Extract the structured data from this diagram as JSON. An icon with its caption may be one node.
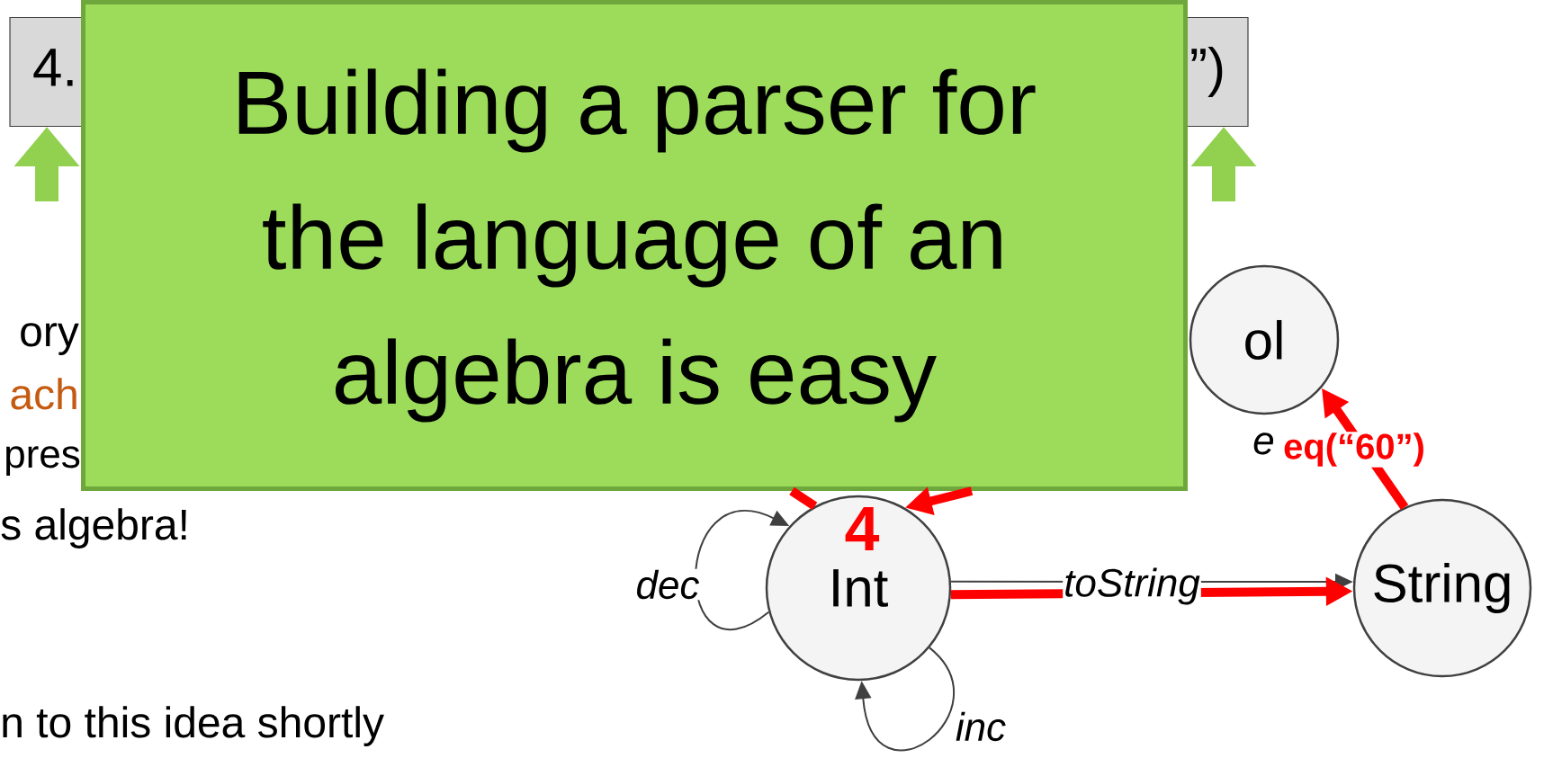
{
  "diagram": {
    "nodes": [
      {
        "text": [
          "4.",
          "”)"
        ]
      },
      {
        "text": [
          "Building a parser for the language of an algebra is easy"
        ]
      },
      {
        "text": [
          "ol"
        ]
      },
      {
        "text": [
          "Int"
        ]
      },
      {
        "text": [
          "String"
        ]
      }
    ],
    "edges": [
      {
        "from": 3,
        "to": 3,
        "arrow": "to",
        "label": "dec",
        "color": "#404040"
      },
      {
        "from": 3,
        "to": 3,
        "arrow": "to",
        "label": "inc",
        "color": "#404040"
      },
      {
        "from": 3,
        "to": 4,
        "arrow": "to",
        "label": "toString",
        "color": "#404040"
      },
      {
        "from": 3,
        "to": 4,
        "arrow": "to",
        "color": "#ff0000"
      },
      {
        "from": 4,
        "to": 2,
        "arrow": "to",
        "color": "#ff0000",
        "label": "eq(“60”)"
      },
      {
        "from": 1,
        "to": 3,
        "arrow": "none",
        "color": "#ff0000"
      },
      {
        "from": 1,
        "to": 3,
        "arrow": "to",
        "color": "#ff0000"
      },
      {
        "from": null,
        "to": 0,
        "arrow": "to",
        "style": "thick",
        "color": "#92d050"
      },
      {
        "from": null,
        "to": 0,
        "arrow": "to",
        "style": "thick",
        "color": "#92d050"
      }
    ],
    "labels": [
      "ory",
      "ach",
      "pres",
      "s algebra!",
      "n to this idea shortly",
      "4",
      "e"
    ]
  }
}
